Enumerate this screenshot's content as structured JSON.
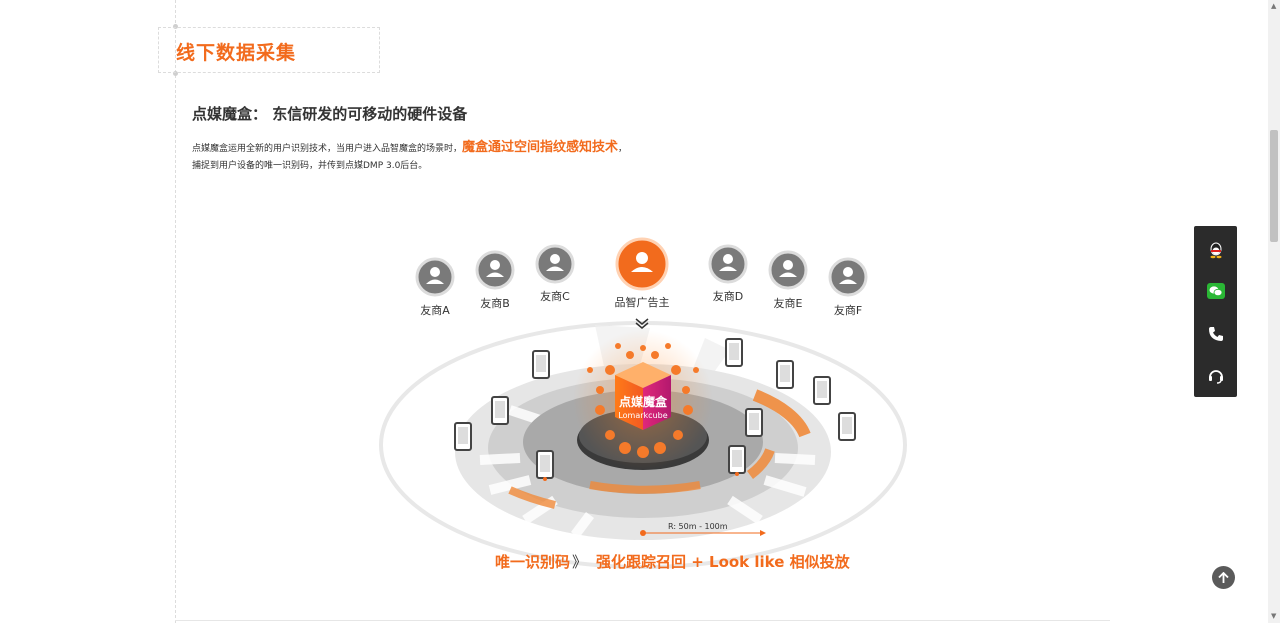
{
  "section": {
    "title": "线下数据采集",
    "subtitle": "点媒魔盒：  东信研发的可移动的硬件设备",
    "desc_line1_prefix": "点媒魔盒运用全新的用户识别技术，当用户进入品智魔盒的场景时，",
    "desc_line1_highlight": "魔盒通过空间指纹感知技术",
    "desc_line1_suffix": "，",
    "desc_line2": "捕捉到用户设备的唯一识别码，并传到点媒DMP 3.0后台。"
  },
  "figure": {
    "partners": [
      "友商A",
      "友商B",
      "友商C",
      "品智广告主",
      "友商D",
      "友商E",
      "友商F"
    ],
    "box_brand_cn": "点媒魔盒",
    "box_brand_en": "Lomarkcube",
    "radius_label": "R:  50m - 100m",
    "caption_left": "唯一识别码",
    "caption_sep": "》",
    "caption_right": "强化跟踪召回 + Look like 相似投放"
  },
  "colors": {
    "accent": "#f26b1d",
    "dark": "#2b2b2b",
    "gray_icon": "#7a7a7a"
  },
  "float_bar": {
    "items": [
      "qq-icon",
      "wechat-icon",
      "phone-icon",
      "headset-icon"
    ]
  },
  "back_to_top": "arrow-up-icon"
}
